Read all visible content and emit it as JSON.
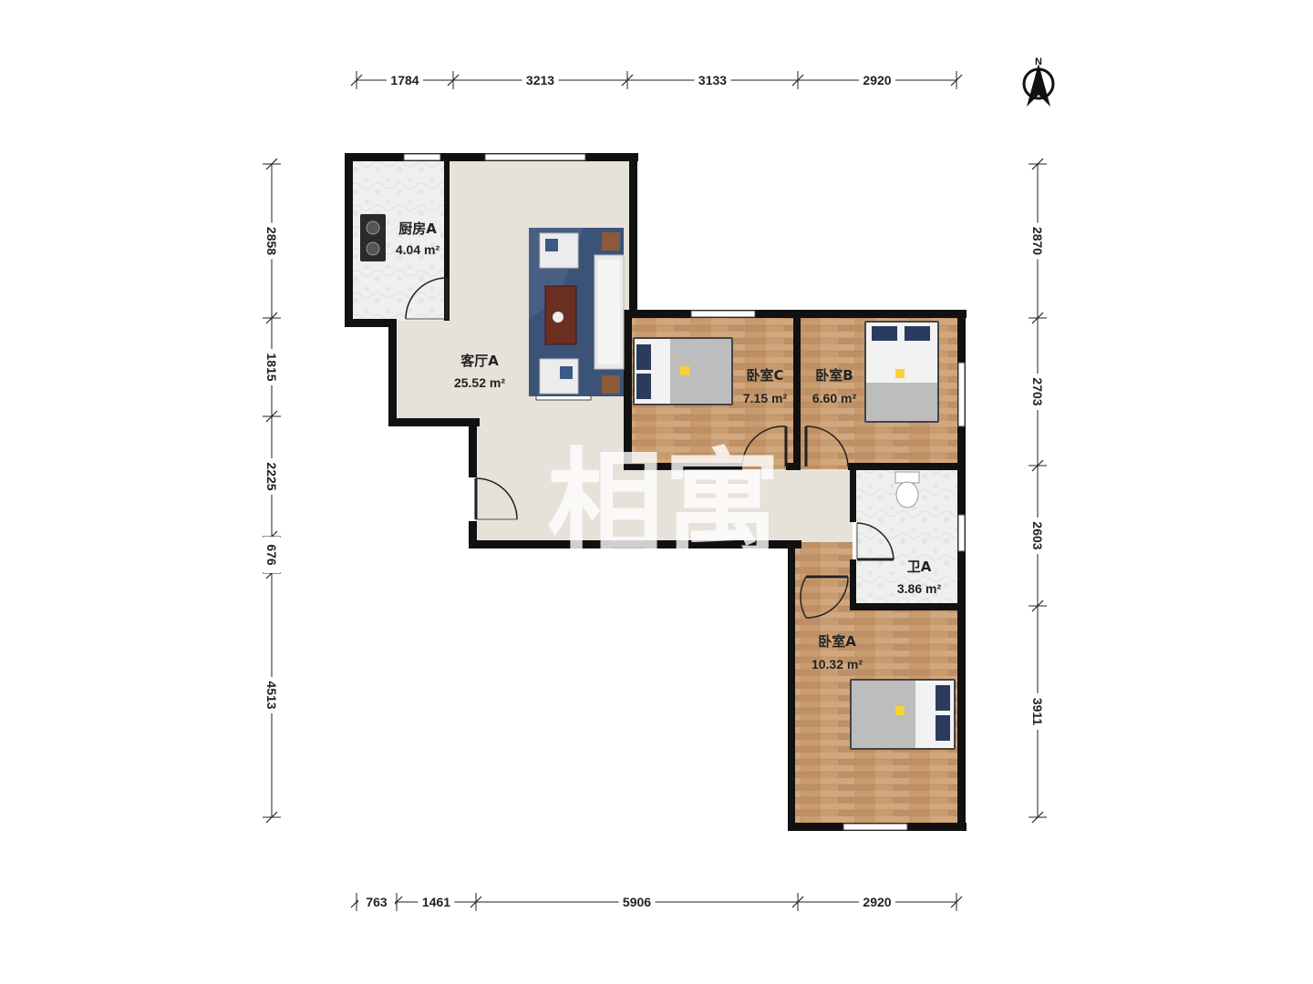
{
  "dimensions": {
    "top": [
      "1784",
      "3213",
      "3133",
      "2920"
    ],
    "bottom": [
      "763",
      "1461",
      "5906",
      "2920"
    ],
    "left": [
      "2858",
      "1815",
      "2225",
      "676",
      "4513"
    ],
    "right": [
      "2870",
      "2703",
      "2603",
      "3911"
    ]
  },
  "compass": {
    "label": "N"
  },
  "rooms": {
    "kitchen": {
      "name": "厨房A",
      "area": "4.04 m²"
    },
    "living": {
      "name": "客厅A",
      "area": "25.52 m²"
    },
    "bedroom_c": {
      "name": "卧室C",
      "area": "7.15 m²"
    },
    "bedroom_b": {
      "name": "卧室B",
      "area": "6.60 m²"
    },
    "bathroom": {
      "name": "卫A",
      "area": "3.86 m²"
    },
    "bedroom_a": {
      "name": "卧室A",
      "area": "10.32 m²"
    }
  },
  "watermark": {
    "text": "相寓"
  },
  "colors": {
    "wall": "#111111",
    "wood_floor": "#c89a6e",
    "tile_floor": "#eef0ee",
    "living_floor": "#e6e2da",
    "rug": "#3c5378"
  }
}
